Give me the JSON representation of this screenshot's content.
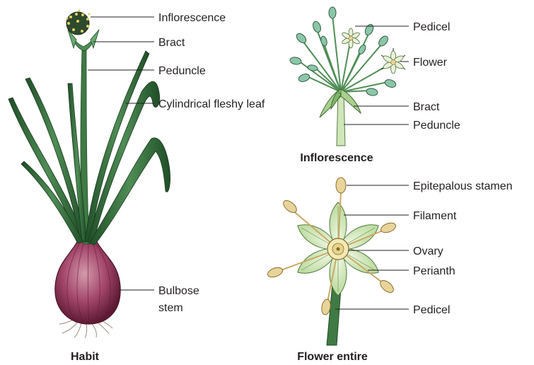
{
  "habit": {
    "caption": "Habit",
    "labels": {
      "inflorescence": "Inflorescence",
      "bract": "Bract",
      "peduncle": "Peduncle",
      "leaf": "Cylindrical fleshy leaf",
      "bulb_line1": "Bulbose",
      "bulb_line2": "stem"
    }
  },
  "inflorescence": {
    "caption": "Inflorescence",
    "labels": {
      "pedicel": "Pedicel",
      "flower": "Flower",
      "bract": "Bract",
      "peduncle": "Peduncle"
    }
  },
  "flower": {
    "caption": "Flower entire",
    "labels": {
      "stamen": "Epitepalous stamen",
      "filament": "Filament",
      "ovary": "Ovary",
      "perianth": "Perianth",
      "pedicel": "Pedicel"
    }
  },
  "colors": {
    "leaf": "#2f6b35",
    "leaf_light": "#9bc49a",
    "bulb": "#8a2f4f",
    "bulb_light": "#d39aab",
    "tepal": "#cfe6b8",
    "anther": "#e8d49a",
    "ink": "#231f20"
  }
}
